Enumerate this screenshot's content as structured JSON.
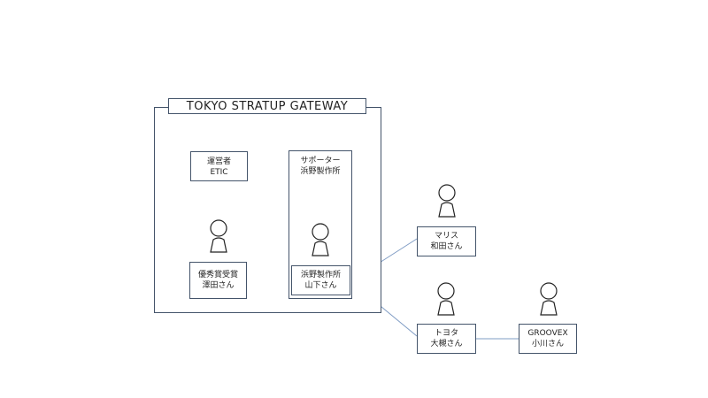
{
  "gateway": {
    "title": "TOKYO STRATUP GATEWAY"
  },
  "nodes": {
    "operator": {
      "line1": "運営者",
      "line2": "ETIC"
    },
    "winner": {
      "line1": "優秀賞受賞",
      "line2": "澤田さん"
    },
    "supporter": {
      "line1": "サポーター",
      "line2": "浜野製作所"
    },
    "yamashita": {
      "line1": "浜野製作所",
      "line2": "山下さん"
    },
    "maris": {
      "line1": "マリス",
      "line2": "和田さん"
    },
    "toyota": {
      "line1": "トヨタ",
      "line2": "大槻さん"
    },
    "groovex": {
      "line1": "GROOVEX",
      "line2": "小川さん"
    }
  },
  "colors": {
    "line": "#7f9cc4",
    "border": "#44546a"
  }
}
